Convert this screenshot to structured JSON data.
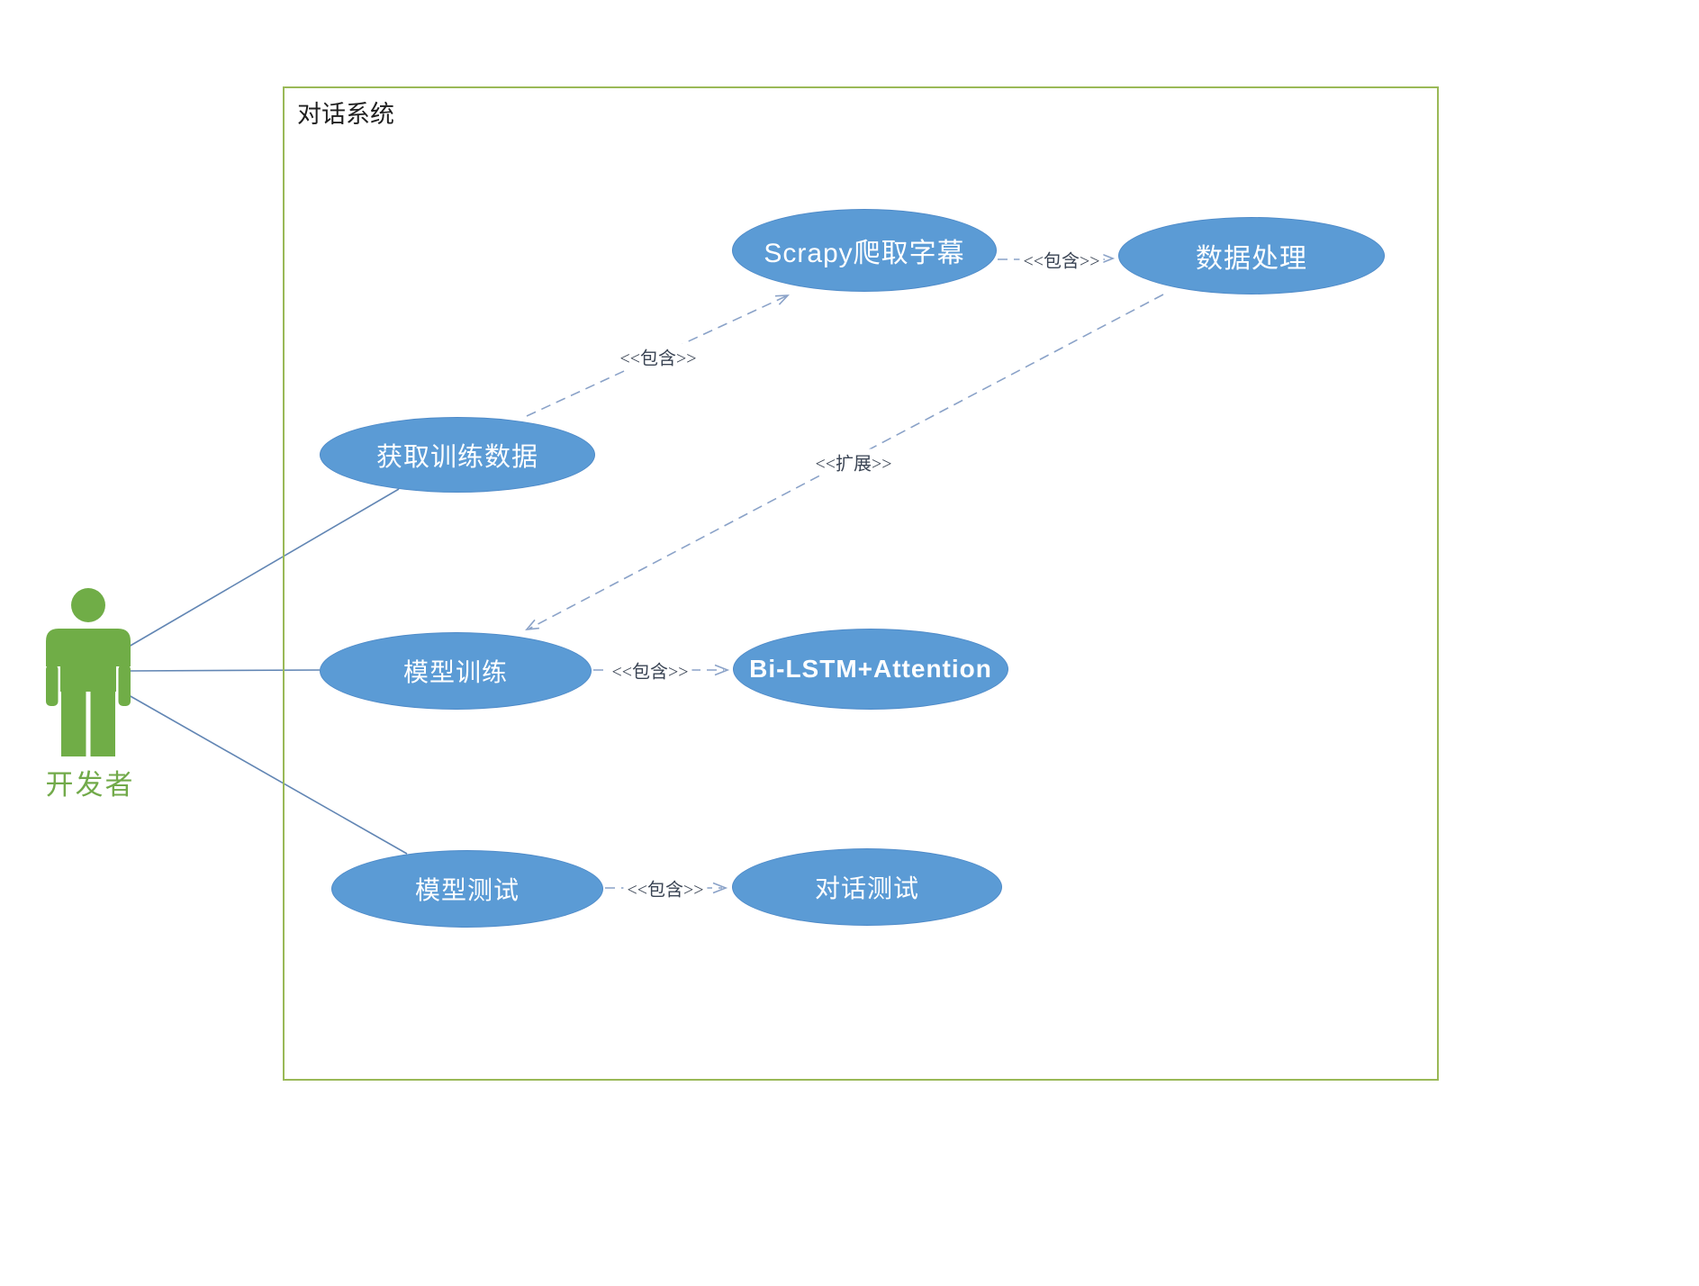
{
  "diagram": {
    "title": "对话系统",
    "actor": {
      "name": "开发者",
      "icon": "person-icon",
      "color": "#70ad47"
    },
    "use_cases": [
      {
        "id": "scrapy-crawl-subtitles",
        "label": "Scrapy爬取字幕"
      },
      {
        "id": "data-processing",
        "label": "数据处理"
      },
      {
        "id": "get-training-data",
        "label": "获取训练数据"
      },
      {
        "id": "model-training",
        "label": "模型训练"
      },
      {
        "id": "bilstm-attention",
        "label": "Bi-LSTM+Attention"
      },
      {
        "id": "model-testing",
        "label": "模型测试"
      },
      {
        "id": "dialog-testing",
        "label": "对话测试"
      }
    ],
    "edges": [
      {
        "from": "获取训练数据",
        "to": "Scrapy爬取字幕",
        "type": "include",
        "label": "<<包含>>"
      },
      {
        "from": "Scrapy爬取字幕",
        "to": "数据处理",
        "type": "include",
        "label": "<<包含>>"
      },
      {
        "from": "数据处理",
        "to": "模型训练",
        "type": "extend",
        "label": "<<扩展>>"
      },
      {
        "from": "模型训练",
        "to": "Bi-LSTM+Attention",
        "type": "include",
        "label": "<<包含>>"
      },
      {
        "from": "模型测试",
        "to": "对话测试",
        "type": "include",
        "label": "<<包含>>"
      }
    ],
    "actor_associations": [
      {
        "from": "开发者",
        "to": "获取训练数据"
      },
      {
        "from": "开发者",
        "to": "模型训练"
      },
      {
        "from": "开发者",
        "to": "模型测试"
      }
    ],
    "colors": {
      "usecase_fill": "#5b9bd5",
      "usecase_text": "#ffffff",
      "boundary_border": "#9ab957",
      "actor_green": "#70ad47",
      "association_line": "#6286b4",
      "dependency_line": "#8aa2c8",
      "edge_label_text": "#3a4454",
      "title_text": "#1f1f1f"
    }
  }
}
